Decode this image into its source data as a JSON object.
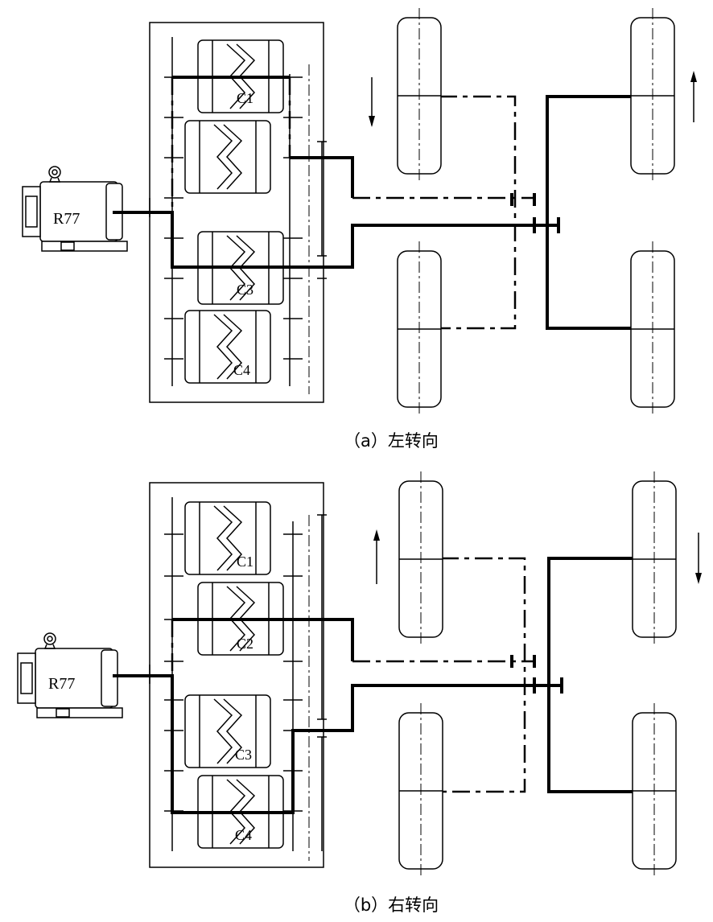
{
  "panels": [
    {
      "caption": "（a）左转向",
      "motor_label": "R77",
      "clutch_labels": [
        "C1",
        "C3",
        "C4"
      ],
      "left_wheel_direction": "down",
      "right_wheel_direction": "up"
    },
    {
      "caption": "（b）右转向",
      "motor_label": "R77",
      "clutch_labels": [
        "C1",
        "C2",
        "C3",
        "C4"
      ],
      "left_wheel_direction": "up",
      "right_wheel_direction": "down"
    }
  ]
}
